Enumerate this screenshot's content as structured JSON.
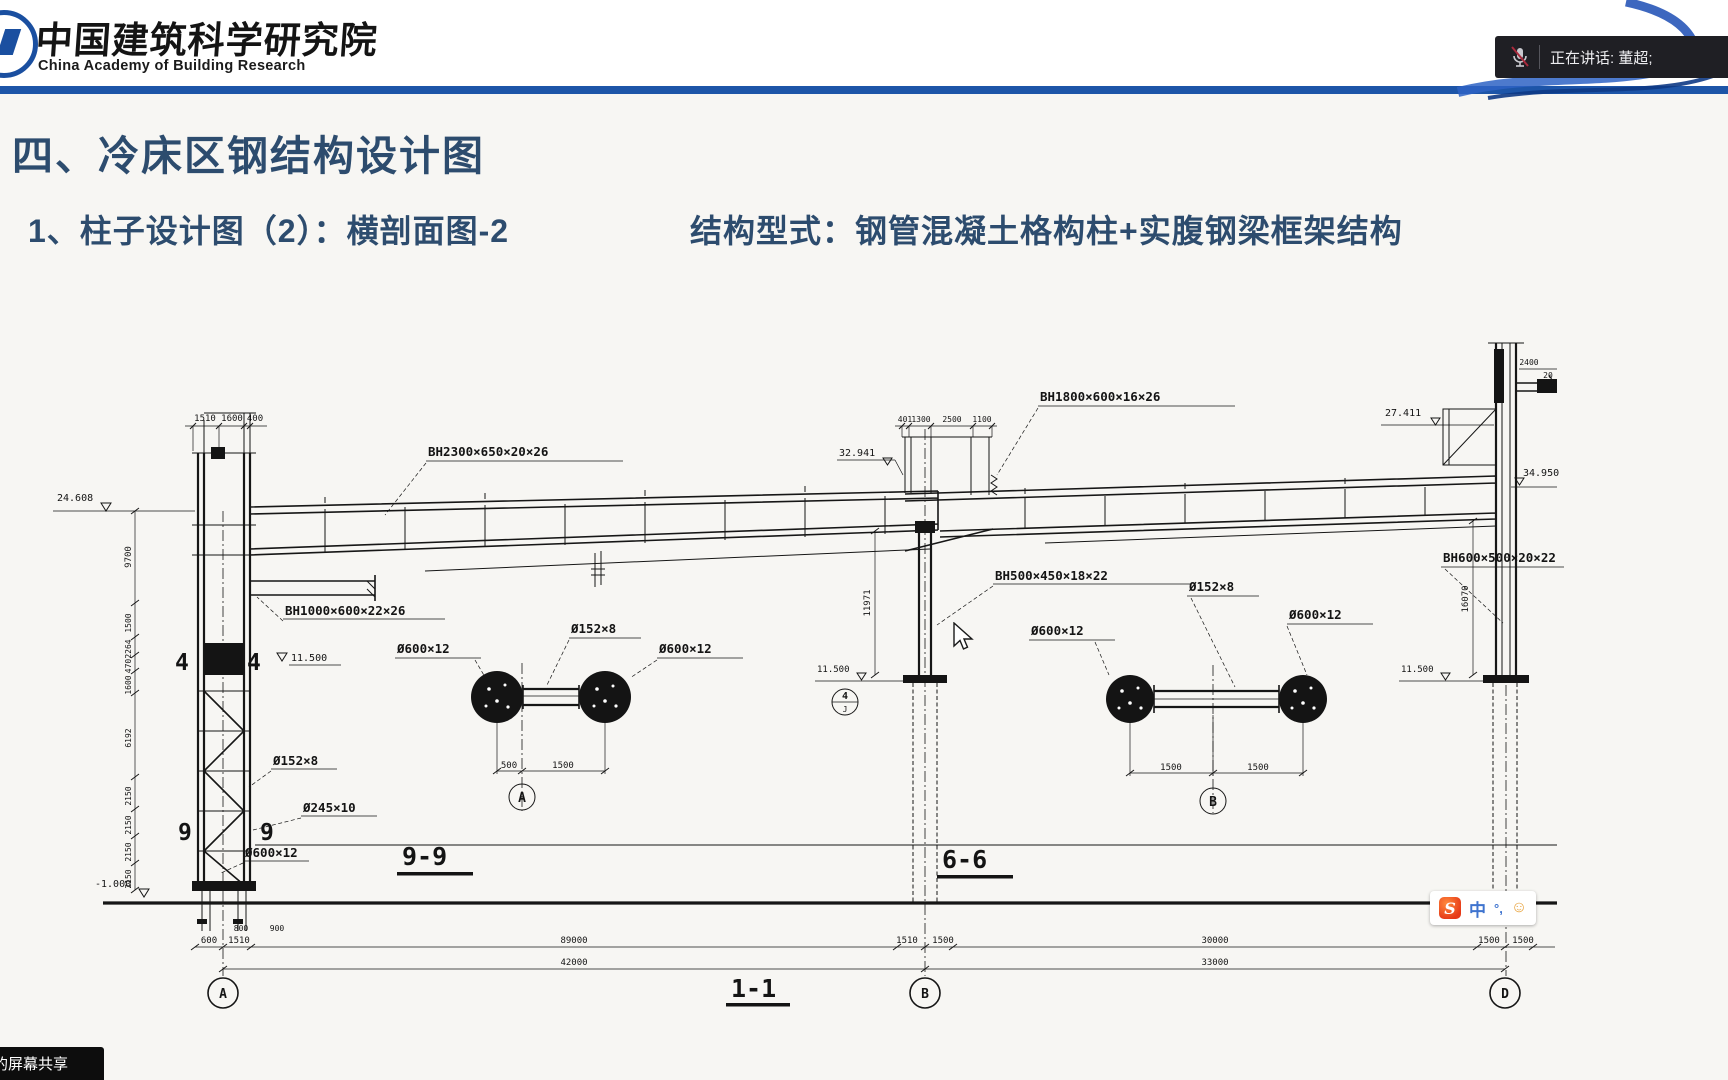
{
  "header": {
    "org_cn": "中国建筑科学研究院",
    "org_en": "China Academy of Building Research"
  },
  "speaker_bar": {
    "text": "正在讲话: 董超;"
  },
  "slide": {
    "title": "四、冷床区钢结构设计图",
    "subtitle": "1、柱子设计图（2）：横剖面图-2",
    "structure_type": "结构型式：钢管混凝土格构柱+实腹钢梁框架结构"
  },
  "drawing": {
    "beams": {
      "beam1": "BH2300×650×20×26",
      "beam2": "BH1800×600×16×26",
      "bracket": "BH1000×600×22×26",
      "col_mid": "BH500×450×18×22",
      "col_right": "BH600×500×20×22"
    },
    "pipes": {
      "p152": "Ø152×8",
      "p245": "Ø245×10",
      "p600": "Ø600×12"
    },
    "elev": {
      "left_top": "24.608",
      "mid_top": "32.941",
      "right_mid": "27.411",
      "right_top": "34.950",
      "platform": "11.500",
      "ground": "-1.000"
    },
    "dims": {
      "top_left": [
        "1510",
        "1600",
        "400"
      ],
      "top_mid": [
        "401",
        "1300",
        "2500",
        "1100"
      ],
      "top_right": [
        "2400",
        "20"
      ],
      "left_stack": [
        "9700",
        "1500",
        "2264",
        "470",
        "1600",
        "6192",
        "2150",
        "2150",
        "2150",
        "2150"
      ],
      "mid_height": "11971",
      "right_height": "16070",
      "base_small": [
        "800",
        "900"
      ],
      "row1": [
        "600",
        "1510",
        "89000",
        "1510",
        "1500",
        "30000",
        "1500",
        "1500"
      ],
      "row2": [
        "42000",
        "33000"
      ],
      "d99": [
        "500",
        "1500"
      ],
      "d66": [
        "1500",
        "1500"
      ]
    },
    "titles": {
      "s99": "9-9",
      "s66": "6-6",
      "s11": "1-1"
    },
    "axes": {
      "a": "A",
      "b": "B",
      "d": "D"
    },
    "markers": {
      "sec4": "4",
      "sec9": "9",
      "flag_top": "4",
      "flag_bot": "J"
    }
  },
  "taskbar": {
    "screen_share": "的屏幕共享"
  },
  "ime": {
    "logo": "S",
    "lang": "中",
    "punct": "°,",
    "emoji": "☺"
  }
}
